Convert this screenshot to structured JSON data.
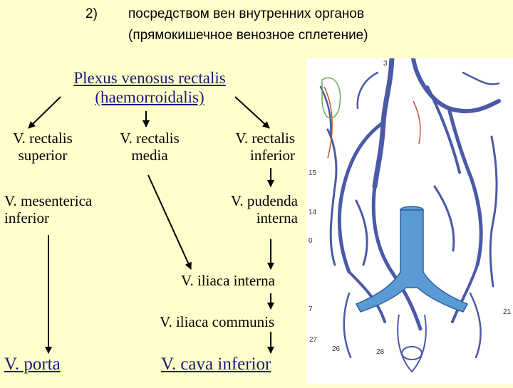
{
  "header": {
    "number": "2)",
    "line1": "посредством вен внутренних органов",
    "line2": "(прямокишечное венозное сплетение)"
  },
  "diagram": {
    "root_line1": "Plexus venosus rectalis",
    "root_line2": "(haemorroidalis)",
    "rectalis_superior": [
      "V. rectalis",
      "superior"
    ],
    "rectalis_media": [
      "V. rectalis",
      "media"
    ],
    "rectalis_inferior": [
      "V. rectalis",
      "inferior"
    ],
    "mesenterica_inferior": [
      "V. mesenterica",
      "inferior"
    ],
    "pudenda_interna": [
      "V. pudenda",
      "interna"
    ],
    "iliaca_interna": "V. iliaca interna",
    "iliaca_communis": "V. iliaca communis",
    "porta": "V. porta",
    "cava_inferior": "V. cava inferior"
  },
  "illustration": {
    "labels": [
      "3",
      "15",
      "14",
      "0",
      "7",
      "21",
      "27",
      "26",
      "28"
    ],
    "vein_color": "#4a5aa8",
    "cava_color": "#5b9bd5",
    "bg_color": "#ffffff"
  },
  "colors": {
    "background": "#ffffcc",
    "title": "#1a1a7a"
  }
}
